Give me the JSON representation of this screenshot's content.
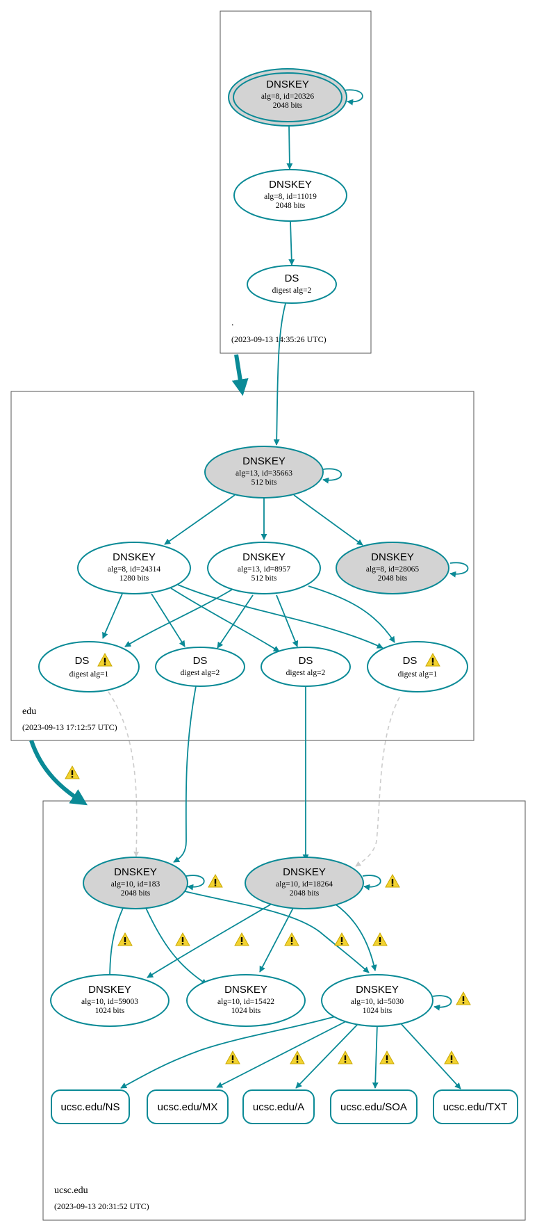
{
  "zones": [
    {
      "name": ".",
      "timestamp": "(2023-09-13 14:35:26 UTC)"
    },
    {
      "name": "edu",
      "timestamp": "(2023-09-13 17:12:57 UTC)"
    },
    {
      "name": "ucsc.edu",
      "timestamp": "(2023-09-13 20:31:52 UTC)"
    }
  ],
  "nodes": {
    "root_ksk": {
      "type": "DNSKEY",
      "line1": "alg=8, id=20326",
      "line2": "2048 bits",
      "sep": true,
      "trust_anchor": true
    },
    "root_zsk": {
      "type": "DNSKEY",
      "line1": "alg=8, id=11019",
      "line2": "2048 bits"
    },
    "root_ds": {
      "type": "DS",
      "line1": "digest alg=2"
    },
    "edu_ksk": {
      "type": "DNSKEY",
      "line1": "alg=13, id=35663",
      "line2": "512 bits",
      "sep": true
    },
    "edu_k1": {
      "type": "DNSKEY",
      "line1": "alg=8, id=24314",
      "line2": "1280 bits"
    },
    "edu_k2": {
      "type": "DNSKEY",
      "line1": "alg=13, id=8957",
      "line2": "512 bits"
    },
    "edu_k3": {
      "type": "DNSKEY",
      "line1": "alg=8, id=28065",
      "line2": "2048 bits",
      "sep": true
    },
    "edu_ds1": {
      "type": "DS",
      "line1": "digest alg=1",
      "warning": true
    },
    "edu_ds2": {
      "type": "DS",
      "line1": "digest alg=2"
    },
    "edu_ds3": {
      "type": "DS",
      "line1": "digest alg=2"
    },
    "edu_ds4": {
      "type": "DS",
      "line1": "digest alg=1",
      "warning": true
    },
    "ucsc_k183": {
      "type": "DNSKEY",
      "line1": "alg=10, id=183",
      "line2": "2048 bits",
      "sep": true
    },
    "ucsc_k18264": {
      "type": "DNSKEY",
      "line1": "alg=10, id=18264",
      "line2": "2048 bits",
      "sep": true
    },
    "ucsc_k59003": {
      "type": "DNSKEY",
      "line1": "alg=10, id=59003",
      "line2": "1024 bits"
    },
    "ucsc_k15422": {
      "type": "DNSKEY",
      "line1": "alg=10, id=15422",
      "line2": "1024 bits"
    },
    "ucsc_k5030": {
      "type": "DNSKEY",
      "line1": "alg=10, id=5030",
      "line2": "1024 bits"
    }
  },
  "rrsets": [
    "ucsc.edu/NS",
    "ucsc.edu/MX",
    "ucsc.edu/A",
    "ucsc.edu/SOA",
    "ucsc.edu/TXT"
  ],
  "colors": {
    "edge": "#0a8a96",
    "sep_fill": "#d3d3d3",
    "insecure_edge": "#cccccc",
    "warning": "#f2d230"
  }
}
